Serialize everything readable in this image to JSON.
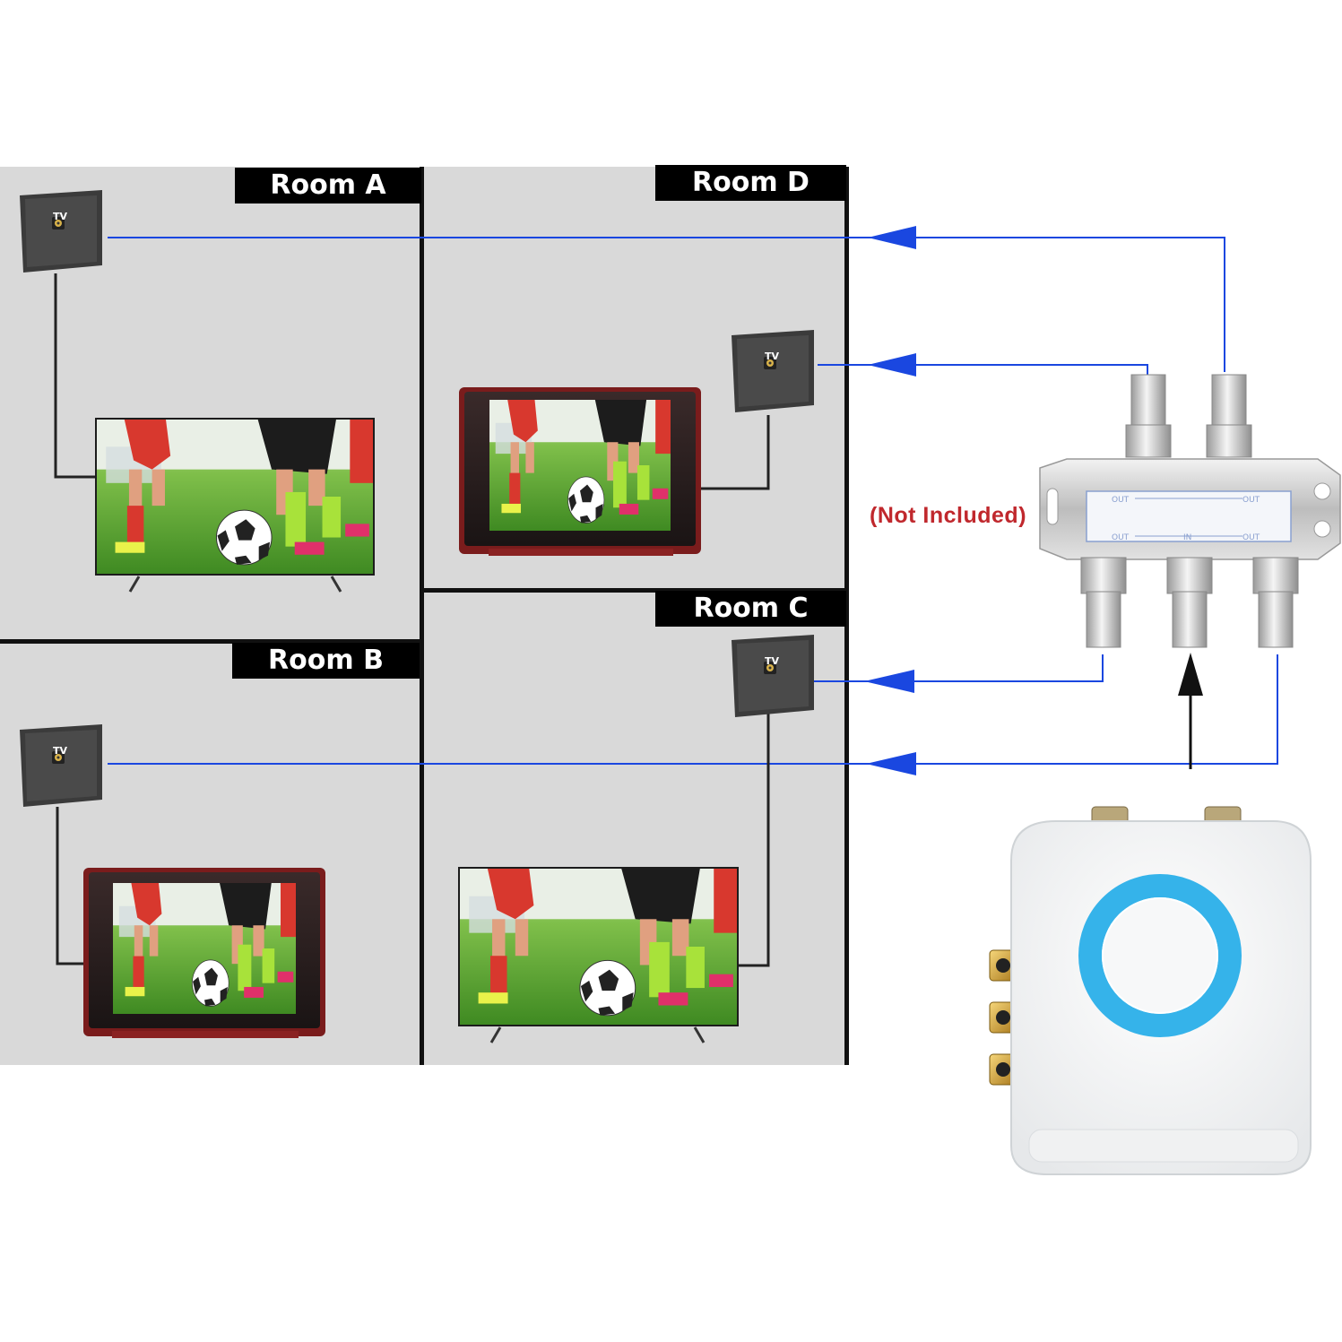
{
  "rooms": {
    "a": {
      "label": "Room A"
    },
    "b": {
      "label": "Room B"
    },
    "c": {
      "label": "Room C"
    },
    "d": {
      "label": "Room D"
    }
  },
  "wall_plate_text": "TV",
  "splitter": {
    "note": "(Not Included)",
    "port_labels": {
      "out": "OUT",
      "in": "IN"
    }
  },
  "colors": {
    "room_bg": "#d9d9d9",
    "cable_blue": "#1a47e0",
    "cable_black": "#111111",
    "note_red": "#c0282d",
    "ring_blue": "#35b3ea"
  },
  "icons": [
    "wall-plate-icon",
    "flat-tv-icon",
    "crt-tv-icon",
    "splitter-icon",
    "modulator-device-icon"
  ]
}
